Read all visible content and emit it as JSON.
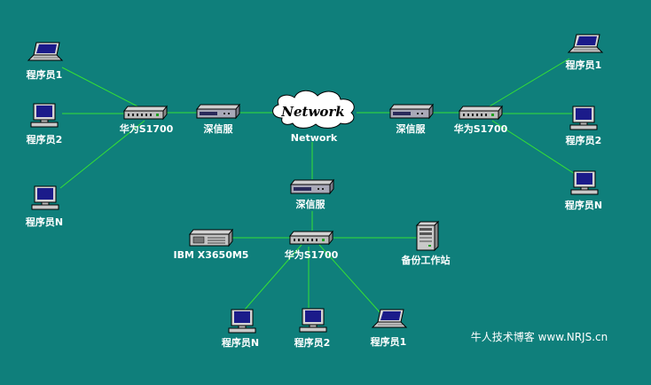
{
  "colors": {
    "background": "#0f7f7b",
    "link": "#35e035",
    "label": "#ffffff"
  },
  "cloud": {
    "text": "Network",
    "label": "Network"
  },
  "left": {
    "laptop_label": "程序员1",
    "desktop_label": "程序员2",
    "desktop_n_label": "程序员N",
    "switch_label": "华为S1700",
    "modem_label": "深信服"
  },
  "right": {
    "laptop_label": "程序员1",
    "desktop_label": "程序员2",
    "desktop_n_label": "程序员N",
    "switch_label": "华为S1700",
    "modem_label": "深信服"
  },
  "bottom": {
    "modem_label": "深信服",
    "server_label": "IBM X3650M5",
    "switch_label": "华为S1700",
    "backup_label": "备份工作站",
    "desktop_n_label": "程序员N",
    "desktop_label": "程序员2",
    "laptop_label": "程序员1"
  },
  "watermark": "牛人技术博客 www.NRJS.cn"
}
